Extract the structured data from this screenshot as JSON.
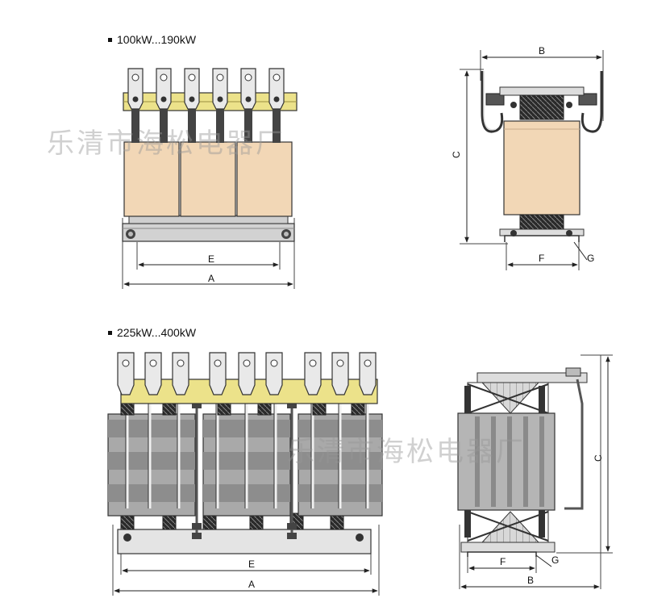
{
  "sections": [
    {
      "heading": "100kW...190kW"
    },
    {
      "heading": "225kW...400kW"
    }
  ],
  "dimensions": {
    "a": "A",
    "b": "B",
    "c": "C",
    "e": "E",
    "f": "F",
    "g": "G"
  },
  "watermark": "乐清市海松电器厂",
  "colors": {
    "coil_beige": "#f2d7b6",
    "busbar_yellow": "#ece28a",
    "steel_gray": "#b9b9b9",
    "frame_light": "#e6e6e6",
    "line": "#222222"
  }
}
